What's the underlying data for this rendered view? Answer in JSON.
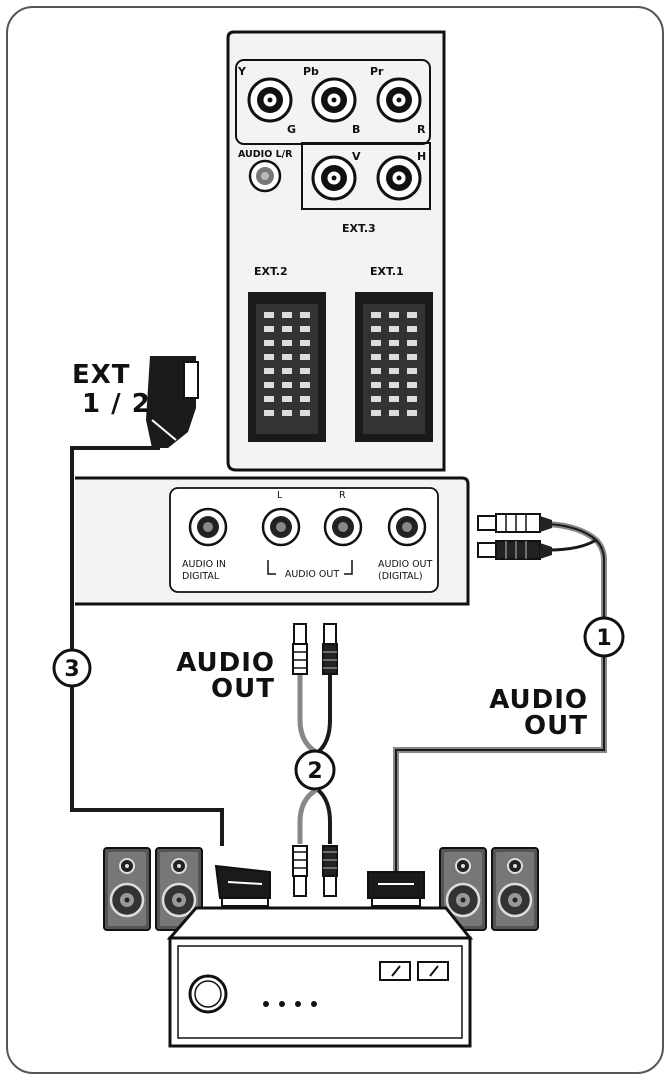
{
  "tv_panel": {
    "component_labels": {
      "y": "Y",
      "g": "G",
      "pb": "Pb",
      "b": "B",
      "pr": "Pr",
      "r": "R",
      "v": "V",
      "h": "H"
    },
    "audio_lr": "AUDIO L/R",
    "ext3": "EXT.3",
    "ext2": "EXT.2",
    "ext1": "EXT.1"
  },
  "audio_panel": {
    "l": "L",
    "r": "R",
    "audio_in_line1": "AUDIO IN",
    "audio_in_line2": "DIGITAL",
    "audio_out": "AUDIO OUT",
    "audio_out_digital_line1": "AUDIO OUT",
    "audio_out_digital_line2": "(DIGITAL)"
  },
  "callouts": {
    "ext12_line1": "EXT",
    "ext12_line2": "1 / 2",
    "audio_out_left_line1": "AUDIO",
    "audio_out_left_line2": "OUT",
    "audio_out_right_line1": "AUDIO",
    "audio_out_right_line2": "OUT",
    "num1": "1",
    "num2": "2",
    "num3": "3"
  },
  "colors": {
    "frame": "#555555",
    "ink": "#111111",
    "panel": "#f3f3f3",
    "cable": "#1a1a1a",
    "cable_grey": "#888888"
  },
  "icons": [
    "rca-jack-icon",
    "scart-socket-icon",
    "scart-plug-icon",
    "rca-plug-icon",
    "speaker-icon",
    "amplifier-icon"
  ]
}
